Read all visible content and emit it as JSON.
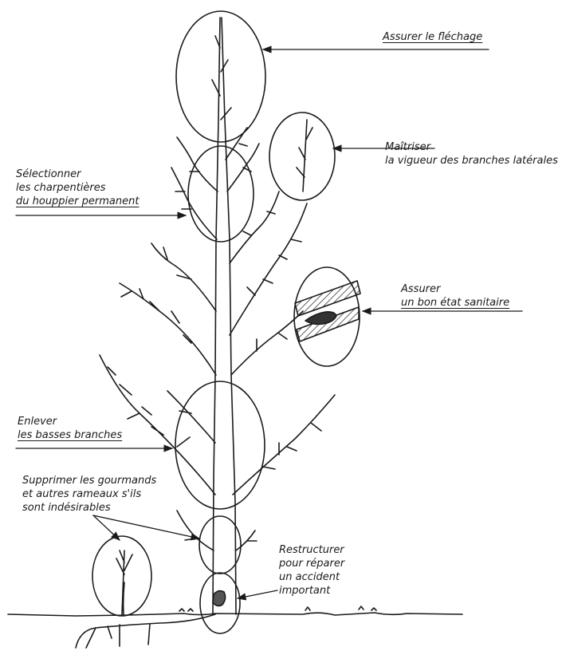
{
  "labels": {
    "fleche": {
      "lines": [
        "Assurer le fléchage"
      ]
    },
    "vigueur": {
      "lines": [
        "Maîtriser",
        "la vigueur des branches latérales"
      ]
    },
    "charpentieres": {
      "lines": [
        "Sélectionner",
        "les charpentières",
        "du houppier permanent"
      ]
    },
    "sanitaire": {
      "lines": [
        "Assurer",
        "un bon état sanitaire"
      ]
    },
    "basses": {
      "lines": [
        "Enlever",
        "les basses branches"
      ]
    },
    "gourmands": {
      "lines": [
        "Supprimer les gourmands",
        "et autres rameaux s'ils",
        "sont indésirables"
      ]
    },
    "accident": {
      "lines": [
        "Restructurer",
        "pour réparer",
        "un accident",
        "important"
      ]
    }
  },
  "colors": {
    "ink": "#1a1a1a",
    "background": "#ffffff"
  }
}
